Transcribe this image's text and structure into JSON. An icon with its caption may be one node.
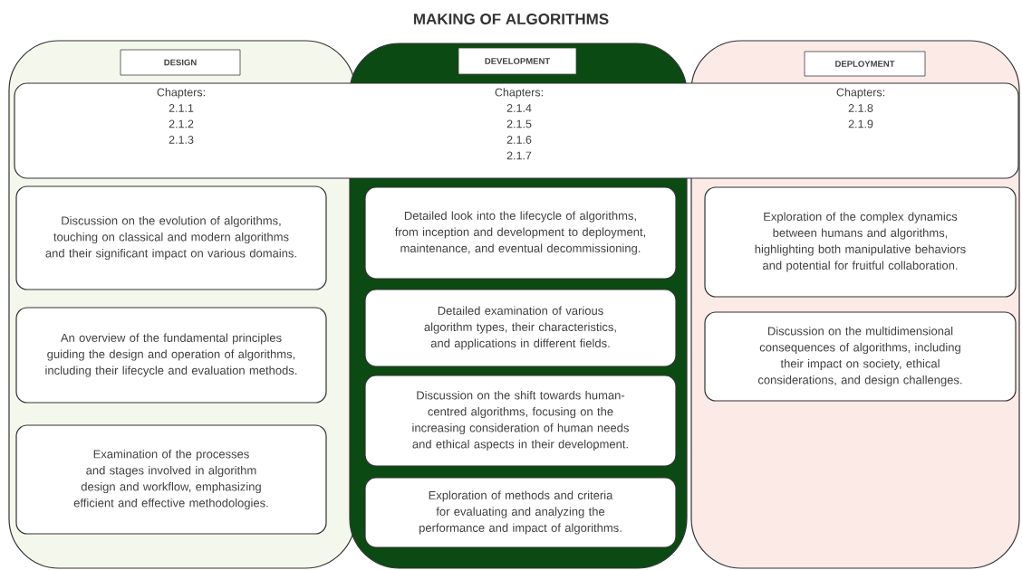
{
  "diagram": {
    "title": "MAKING OF ALGORITHMS",
    "nodes": [
      {
        "text": [],
        "shape": "box"
      },
      {
        "text": [
          "DESIGN"
        ],
        "in": 0
      },
      {
        "text": [],
        "shape": "box"
      },
      {
        "text": [
          "DEVELOPMENT"
        ],
        "in": 2
      },
      {
        "text": [],
        "shape": "box"
      },
      {
        "text": [
          "DEPLOYMENT"
        ],
        "in": 4
      },
      {
        "text": [
          "Chapters: 2.1.1 2.1.2 2.1.3",
          "Chapters: 2.1.4 2.1.5 2.1.6 2.1.7",
          "Chapters: 2.1.8 2.1.9"
        ]
      },
      {
        "text": [
          "Discussion on the evolution of algorithms, touching on classical and modern algorithms and their significant impact on various domains."
        ],
        "in": 0
      },
      {
        "text": [
          "An overview of the fundamental principles guiding the design and operation of algorithms, including their lifecycle and evaluation methods."
        ],
        "in": 0
      },
      {
        "text": [
          "Examination of the processes and stages involved in algorithm design and workflow, emphasizing efficient and effective methodologies."
        ],
        "in": 0
      },
      {
        "text": [
          "Detailed look into the lifecycle of algorithms, from inception and development to deployment, maintenance, and eventual decommissioning."
        ],
        "in": 2
      },
      {
        "text": [
          "Detailed examination of various algorithm types, their characteristics, and applications in different fields."
        ],
        "in": 2
      },
      {
        "text": [
          "Discussion on the shift towards human-centred algorithms, focusing on the increasing consideration of human needs and ethical aspects in their development."
        ],
        "in": 2
      },
      {
        "text": [
          "Exploration of methods and criteria for evaluating and analyzing the performance and impact of algorithms."
        ],
        "in": 2
      },
      {
        "text": [
          "Exploration of the complex dynamics between humans and algorithms, highlighting both manipulative behaviors and potential for fruitful collaboration."
        ],
        "in": 4
      },
      {
        "text": [
          "Discussion on the multidimensional consequences of algorithms, including their impact on society, ethical considerations, and design challenges."
        ],
        "in": 4
      }
    ]
  }
}
